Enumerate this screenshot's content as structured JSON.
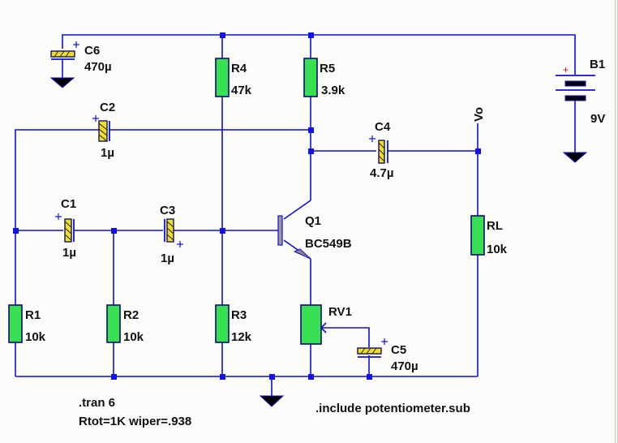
{
  "colors": {
    "wire": "#1010d0",
    "junction": "#1010f0",
    "resistor_fill": "#38df50",
    "capacitor_fill": "#f0e020",
    "background": "#fcfcfa",
    "battery_plus": "#e00000"
  },
  "components": {
    "C6": {
      "ref": "C6",
      "value": "470µ"
    },
    "C2": {
      "ref": "C2",
      "value": "1µ"
    },
    "C1": {
      "ref": "C1",
      "value": "1µ"
    },
    "C3": {
      "ref": "C3",
      "value": "1µ"
    },
    "C4": {
      "ref": "C4",
      "value": "4.7µ"
    },
    "C5": {
      "ref": "C5",
      "value": "470µ"
    },
    "R1": {
      "ref": "R1",
      "value": "10k"
    },
    "R2": {
      "ref": "R2",
      "value": "10k"
    },
    "R3": {
      "ref": "R3",
      "value": "12k"
    },
    "R4": {
      "ref": "R4",
      "value": "47k"
    },
    "R5": {
      "ref": "R5",
      "value": "3.9k"
    },
    "RL": {
      "ref": "RL",
      "value": "10k"
    },
    "RV1": {
      "ref": "RV1"
    },
    "Q1": {
      "ref": "Q1",
      "value": "BC549B"
    },
    "B1": {
      "ref": "B1",
      "value": "9V",
      "plus": "+"
    }
  },
  "net_labels": {
    "vo": "Vo"
  },
  "plus_sign": "+",
  "directives": {
    "tran": ".tran 6",
    "params": "Rtot=1K wiper=.938",
    "include": ".include potentiometer.sub"
  }
}
